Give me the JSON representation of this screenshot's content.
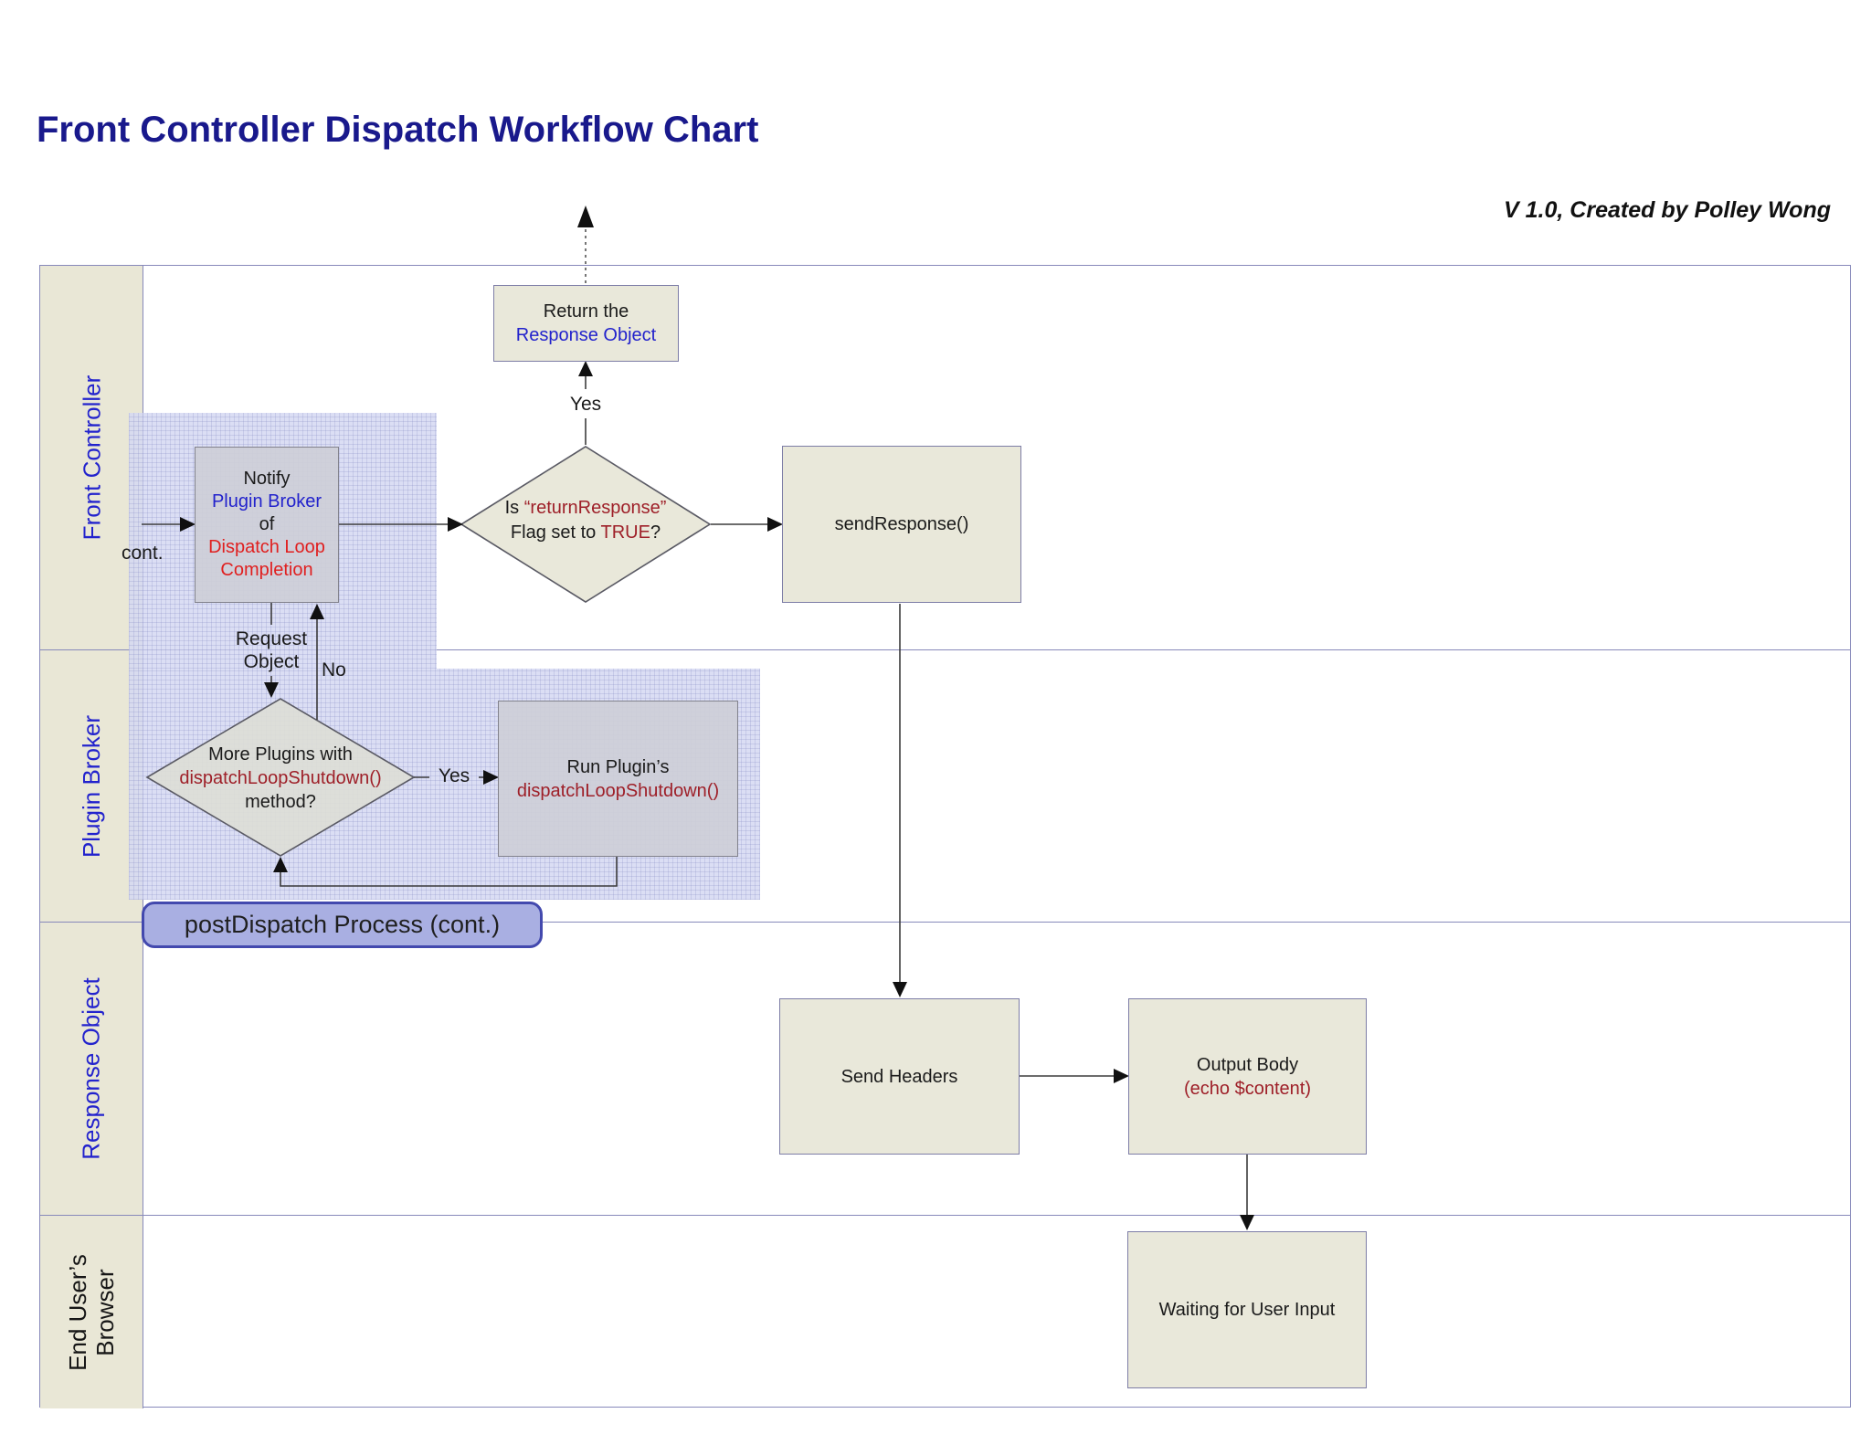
{
  "header": {
    "title": "Front Controller Dispatch Workflow Chart",
    "version_note": "V 1.0, Created by Polley Wong"
  },
  "lanes": [
    {
      "label": "Front Controller"
    },
    {
      "label": "Plugin Broker"
    },
    {
      "label": "Response Object"
    },
    {
      "line1": "End User’s",
      "line2": "Browser"
    }
  ],
  "highlight": {
    "label": "postDispatch Process (cont.)"
  },
  "nodes": {
    "return_box": {
      "line1": "Return the",
      "line2": "Response Object"
    },
    "notify_box": {
      "line1": "Notify",
      "line2": "Plugin Broker",
      "line3": "of",
      "line4": "Dispatch Loop",
      "line5": "Completion"
    },
    "decision_return_response": {
      "l1_prefix": "Is ",
      "l1_emph": "“returnResponse”",
      "l2_prefix": "Flag set to ",
      "l2_emph": "TRUE",
      "l2_suffix": "?"
    },
    "send_response_box": {
      "label": "sendResponse()"
    },
    "decision_more_plugins": {
      "line1": "More Plugins with",
      "line2": "dispatchLoopShutdown()",
      "line3": "method?"
    },
    "run_plugin_box": {
      "line1": "Run Plugin’s",
      "line2": "dispatchLoopShutdown()"
    },
    "send_headers_box": {
      "label": "Send Headers"
    },
    "output_body_box": {
      "line1": "Output Body",
      "line2": "(echo $content)"
    },
    "waiting_box": {
      "label": "Waiting for User Input"
    }
  },
  "edge_labels": {
    "cont": "cont.",
    "yes_to_return": "Yes",
    "request_line1": "Request",
    "request_line2": "Object",
    "no": "No",
    "yes_to_run": "Yes"
  },
  "colors": {
    "title_text": "#19198c",
    "blue_text": "#2222cc",
    "red_text": "#e01f1f",
    "maroon_text": "#9e1f28",
    "lane_border": "#8789ba",
    "lane_header_fill": "#e9e7d6",
    "box_fill": "#e9e8da",
    "gray_box_fill": "#ced0d7",
    "highlight_fill": "#d5d8f2",
    "badge_fill": "#a9afe2",
    "badge_border": "#4349ae"
  }
}
